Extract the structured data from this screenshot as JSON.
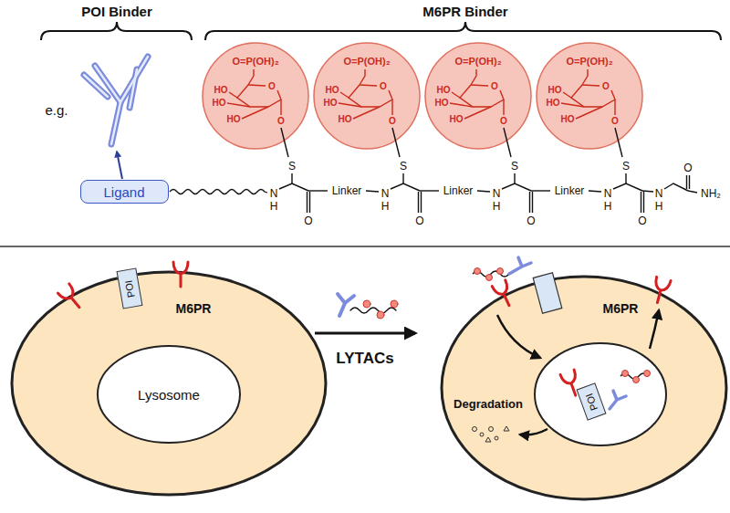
{
  "diagram": {
    "nodes": [
      {
        "text": [
          "Ligand"
        ]
      },
      {
        "text": [
          "POI"
        ]
      },
      {
        "text": [
          "Lysosome"
        ]
      },
      {
        "text": [
          "POI"
        ]
      }
    ],
    "labels": [
      "POI Binder",
      "M6PR Binder",
      "e.g.",
      "O=P(OH)₂",
      "HO",
      "HO",
      "HO",
      "O",
      "O",
      "O=P(OH)₂",
      "HO",
      "HO",
      "HO",
      "O",
      "O",
      "O=P(OH)₂",
      "HO",
      "HO",
      "HO",
      "O",
      "O",
      "O=P(OH)₂",
      "HO",
      "HO",
      "HO",
      "O",
      "O",
      "S",
      "S",
      "S",
      "S",
      "N",
      "H",
      "O",
      "N",
      "H",
      "O",
      "N",
      "H",
      "O",
      "N",
      "H",
      "O",
      "N",
      "H",
      "O",
      "Linker",
      "Linker",
      "Linker",
      "NH₂",
      "M6PR",
      "LYTACs",
      "M6PR",
      "Degradation"
    ]
  }
}
